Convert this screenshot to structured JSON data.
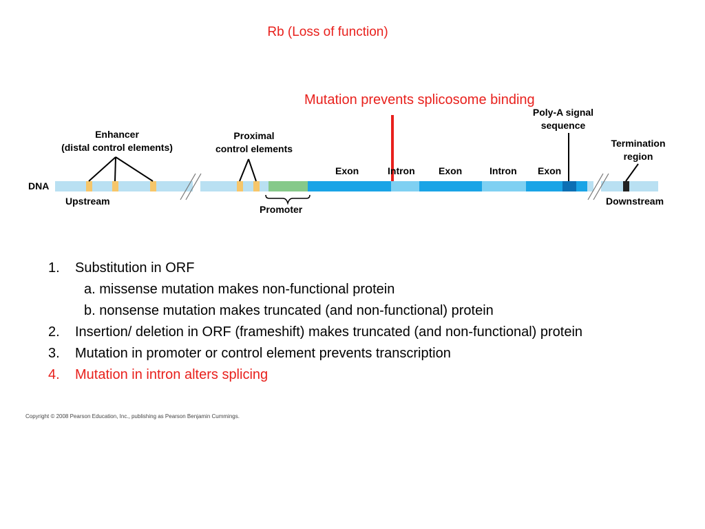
{
  "title": "Rb (Loss of function)",
  "mutation_label": "Mutation prevents splicosome binding",
  "diagram": {
    "dna": "DNA",
    "enhancer": [
      "Enhancer",
      "(distal control elements)"
    ],
    "proximal": [
      "Proximal",
      "control elements"
    ],
    "polya": [
      "Poly-A signal",
      "sequence"
    ],
    "termination": [
      "Termination",
      "region"
    ],
    "upstream": "Upstream",
    "promoter": "Promoter",
    "downstream": "Downstream",
    "segments": [
      "Exon",
      "Intron",
      "Exon",
      "Intron",
      "Exon"
    ],
    "colors": {
      "dna": "#b9e0f2",
      "exon": "#1aa4e6",
      "intron": "#7fd0f2",
      "promoter": "#86c98a",
      "element": "#f6c66a",
      "polya": "#0c6fb4",
      "termination": "#222222",
      "mutation": "#e8201c"
    }
  },
  "list": [
    {
      "num": "1.",
      "text": "Substitution in ORF"
    },
    {
      "num": "",
      "text": "a. missense mutation makes non-functional protein"
    },
    {
      "num": "",
      "text": "b. nonsense mutation makes truncated (and non-functional) protein"
    },
    {
      "num": "2.",
      "text": "Insertion/ deletion in ORF (frameshift) makes truncated (and non-functional) protein"
    },
    {
      "num": "3.",
      "text": "Mutation in promoter or control element prevents transcription"
    },
    {
      "num": "4.",
      "text": "Mutation in intron alters splicing"
    }
  ],
  "copyright": "Copyright © 2008 Pearson Education, Inc., publishing as Pearson Benjamin Cummings."
}
